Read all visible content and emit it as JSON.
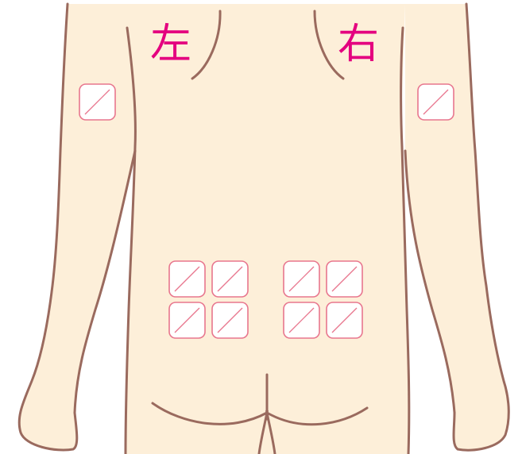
{
  "labels": {
    "left": "左",
    "right": "右"
  },
  "colors": {
    "skin": "#fdefd9",
    "outline": "#9a6a5e",
    "label": "#e4007f",
    "patch_border": "#e8768e",
    "patch_fill": "#ffffff"
  },
  "patches": {
    "icon": "application-patch-icon",
    "groups": [
      {
        "name": "left-upper-arm",
        "count": 1
      },
      {
        "name": "right-upper-arm",
        "count": 1
      },
      {
        "name": "left-lower-back",
        "count": 4
      },
      {
        "name": "right-lower-back",
        "count": 4
      }
    ]
  }
}
